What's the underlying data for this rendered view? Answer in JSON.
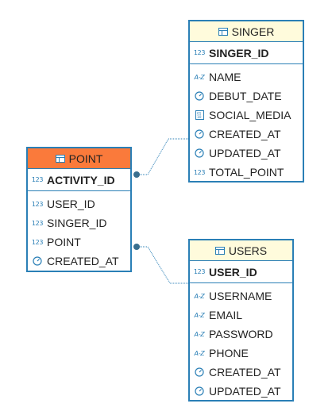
{
  "entities": {
    "singer": {
      "title": "SINGER",
      "pk": {
        "name": "SINGER_ID",
        "type_icon": "123"
      },
      "columns": [
        {
          "name": "NAME",
          "type_icon": "A-Z"
        },
        {
          "name": "DEBUT_DATE",
          "type_icon": "clock-icon"
        },
        {
          "name": "SOCIAL_MEDIA",
          "type_icon": "binary-icon"
        },
        {
          "name": "CREATED_AT",
          "type_icon": "clock-icon"
        },
        {
          "name": "UPDATED_AT",
          "type_icon": "clock-icon"
        },
        {
          "name": "TOTAL_POINT",
          "type_icon": "123"
        }
      ]
    },
    "point": {
      "title": "POINT",
      "pk": {
        "name": "ACTIVITY_ID",
        "type_icon": "123"
      },
      "columns": [
        {
          "name": "USER_ID",
          "type_icon": "123"
        },
        {
          "name": "SINGER_ID",
          "type_icon": "123"
        },
        {
          "name": "POINT",
          "type_icon": "123"
        },
        {
          "name": "CREATED_AT",
          "type_icon": "clock-icon"
        }
      ]
    },
    "users": {
      "title": "USERS",
      "pk": {
        "name": "USER_ID",
        "type_icon": "123"
      },
      "columns": [
        {
          "name": "USERNAME",
          "type_icon": "A-Z"
        },
        {
          "name": "EMAIL",
          "type_icon": "A-Z"
        },
        {
          "name": "PASSWORD",
          "type_icon": "A-Z"
        },
        {
          "name": "PHONE",
          "type_icon": "A-Z"
        },
        {
          "name": "CREATED_AT",
          "type_icon": "clock-icon"
        },
        {
          "name": "UPDATED_AT",
          "type_icon": "clock-icon"
        }
      ]
    }
  },
  "colors": {
    "border": "#2a7fb6",
    "header_default": "#fffbdc",
    "header_selected": "#fa7a3b",
    "relation_line": "#2a7fb6"
  }
}
